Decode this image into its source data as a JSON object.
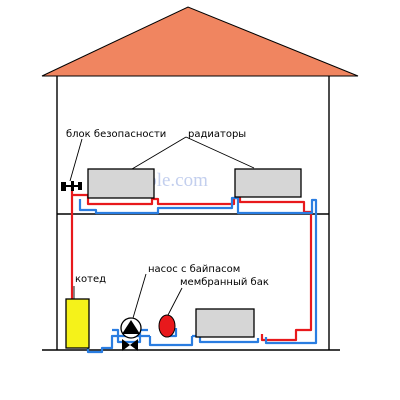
{
  "labels": {
    "safety_block": "блок безопасности",
    "radiators": "радиаторы",
    "boiler": "котед",
    "pump": "насос с байпасом",
    "tank": "мембранный бак"
  },
  "watermark": "vteple.com",
  "colors": {
    "roof": "#f08560",
    "hot_pipe": "#e8191c",
    "cold_pipe": "#2a7de1",
    "boiler": "#f5f21a",
    "expansion_tank": "#e8191c",
    "radiator": "#d6d6d6"
  }
}
